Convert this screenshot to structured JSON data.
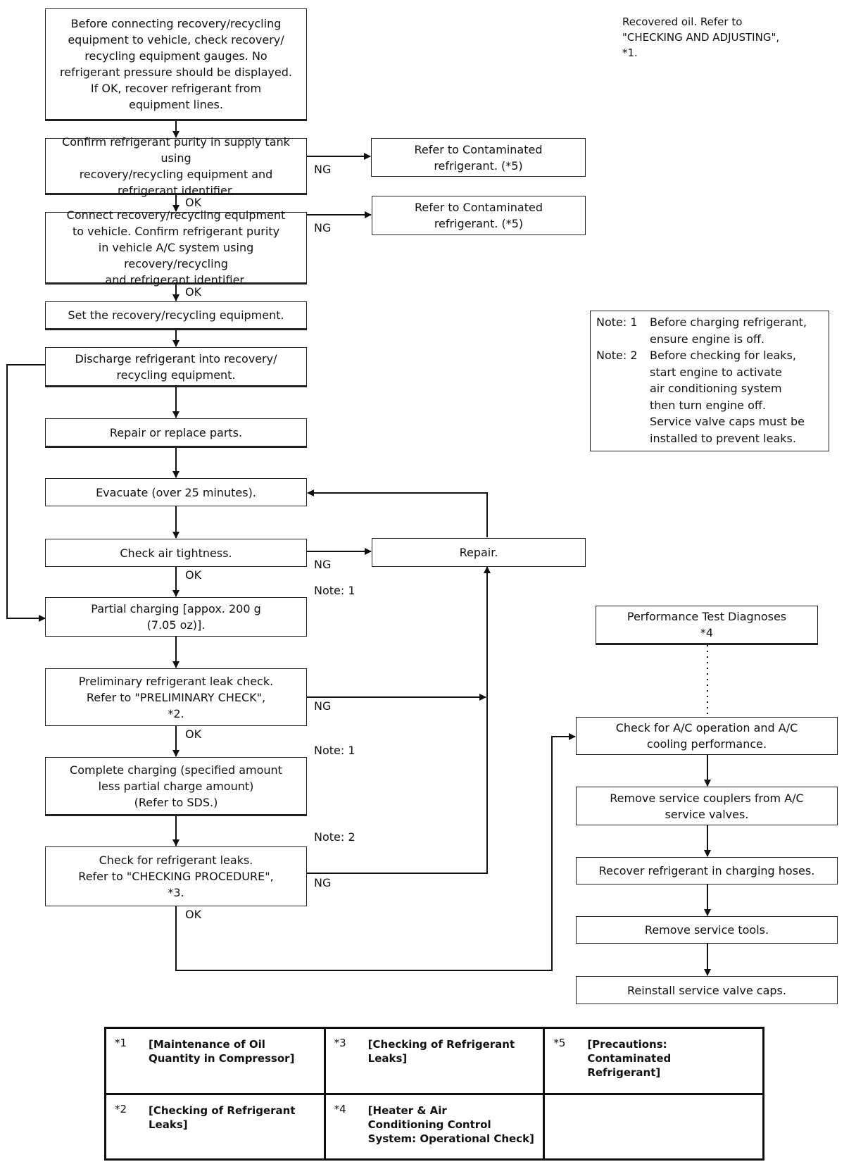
{
  "recovered_oil_note": "Recovered oil. Refer to\n\"CHECKING AND ADJUSTING\",\n*1.",
  "steps": {
    "check_gauges": "Before connecting recovery/recycling\nequipment to vehicle, check recovery/\nrecycling equipment gauges. No\nrefrigerant pressure should be displayed.\nIf OK, recover refrigerant from\nequipment lines.",
    "confirm_tank_purity": "Confirm refrigerant purity in supply tank using\nrecovery/recycling equipment and\nrefrigerant identifier.",
    "contaminated_1": "Refer to Contaminated\nrefrigerant. (*5)",
    "connect_equipment": "Connect recovery/recycling equipment\nto vehicle. Confirm refrigerant purity\nin vehicle A/C system using recovery/recycling\nand refrigerant identifier.",
    "contaminated_2": "Refer to Contaminated\nrefrigerant. (*5)",
    "set_equipment": "Set the recovery/recycling equipment.",
    "discharge": "Discharge refrigerant into recovery/\nrecycling equipment.",
    "repair_parts": "Repair or replace parts.",
    "evacuate": "Evacuate (over 25 minutes).",
    "air_tightness": "Check air tightness.",
    "repair": "Repair.",
    "partial_charging": "Partial charging [appox. 200 g\n(7.05 oz)].",
    "preliminary_check": "Preliminary refrigerant leak check.\nRefer to \"PRELIMINARY CHECK\",\n*2.",
    "complete_charging": "Complete charging (specified amount\nless partial charge amount)\n(Refer to SDS.)",
    "leak_check": "Check for refrigerant leaks.\nRefer to \"CHECKING PROCEDURE\",\n*3.",
    "performance_test": "Performance Test Diagnoses\n*4",
    "ac_operation": "Check for A/C operation and A/C\ncooling performance.",
    "remove_couplers": "Remove service couplers from A/C\nservice valves.",
    "recover_hoses": "Recover refrigerant in charging hoses.",
    "remove_tools": "Remove service tools.",
    "reinstall_caps": "Reinstall service valve caps."
  },
  "labels": {
    "ok": "OK",
    "ng": "NG",
    "note1": "Note: 1",
    "note2": "Note: 2"
  },
  "notes": {
    "n1_tag": "Note: 1",
    "n1_text": "Before charging refrigerant,\nensure engine is off.",
    "n2_tag": "Note: 2",
    "n2_text": "Before checking for leaks,\nstart engine to activate\nair conditioning system\nthen turn engine off.\nService valve caps must be\ninstalled to prevent leaks."
  },
  "references": [
    {
      "mark": "*1",
      "text": "[Maintenance of Oil\nQuantity in Compressor]"
    },
    {
      "mark": "*3",
      "text": "[Checking of Refrigerant\nLeaks]"
    },
    {
      "mark": "*5",
      "text": "[Precautions:\nContaminated\nRefrigerant]"
    },
    {
      "mark": "*2",
      "text": "[Checking of Refrigerant\nLeaks]"
    },
    {
      "mark": "*4",
      "text": "[Heater & Air\nConditioning Control\nSystem: Operational Check]"
    }
  ]
}
